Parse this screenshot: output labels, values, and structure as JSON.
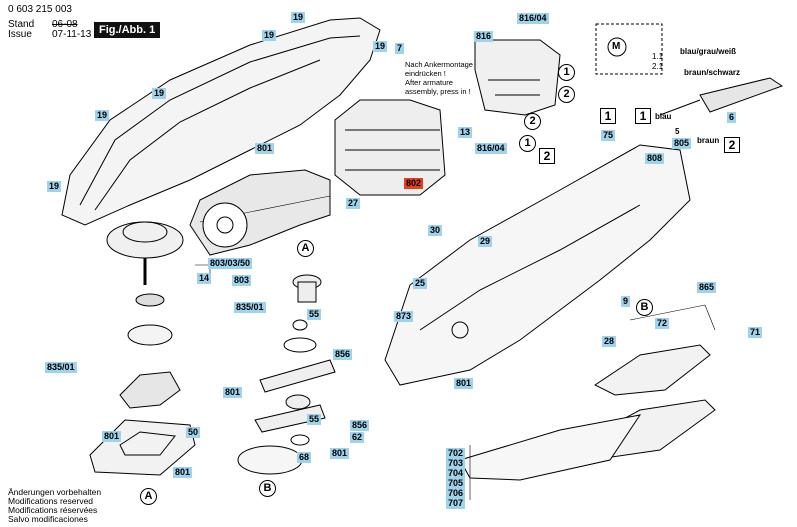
{
  "header": {
    "part_number": "0 603 215 003",
    "stand_label": "Stand",
    "issue_label": "Issue",
    "stand_value": "06-08",
    "issue_value": "07-11-13",
    "fig_label": "Fig./Abb. 1"
  },
  "labels": [
    "19",
    "19",
    "19",
    "19",
    "19",
    "19",
    "801",
    "7",
    "816/04",
    "816",
    "802",
    "27",
    "13",
    "816/04",
    "75",
    "808",
    "6",
    "14",
    "803/03/50",
    "803",
    "30",
    "29",
    "25",
    "873",
    "9",
    "835/01",
    "55",
    "856",
    "801",
    "55",
    "856",
    "62",
    "68",
    "801",
    "801",
    "50",
    "835/01",
    "801",
    "865",
    "72",
    "71",
    "28",
    "801",
    "702",
    "703",
    "704",
    "705",
    "706",
    "707"
  ],
  "callouts": {
    "circles": [
      "A",
      "A",
      "B",
      "B",
      "1",
      "2",
      "1",
      "2"
    ],
    "boxes": [
      "1",
      "2",
      "1",
      "2"
    ]
  },
  "assembly_note": [
    "Nach Ankermontage",
    "eindrücken !",
    "After armature",
    "assembly, press in !"
  ],
  "wiring": {
    "motor_symbol": "M",
    "lead_1": "blau/grau/weiß",
    "lead_2": "braun/schwarz",
    "terminal_1": "1.1",
    "terminal_2": "2.1",
    "wire_blue": "blau",
    "wire_brown": "braun",
    "wire_number": "5",
    "wire_part": "805"
  },
  "footer": [
    "Änderungen vorbehalten",
    "Modifications reserved",
    "Modifications réservées",
    "Salvo modificaciones"
  ],
  "colors": {
    "label_bg": "#9fd3ec",
    "highlight_bg": "#e4421f"
  }
}
